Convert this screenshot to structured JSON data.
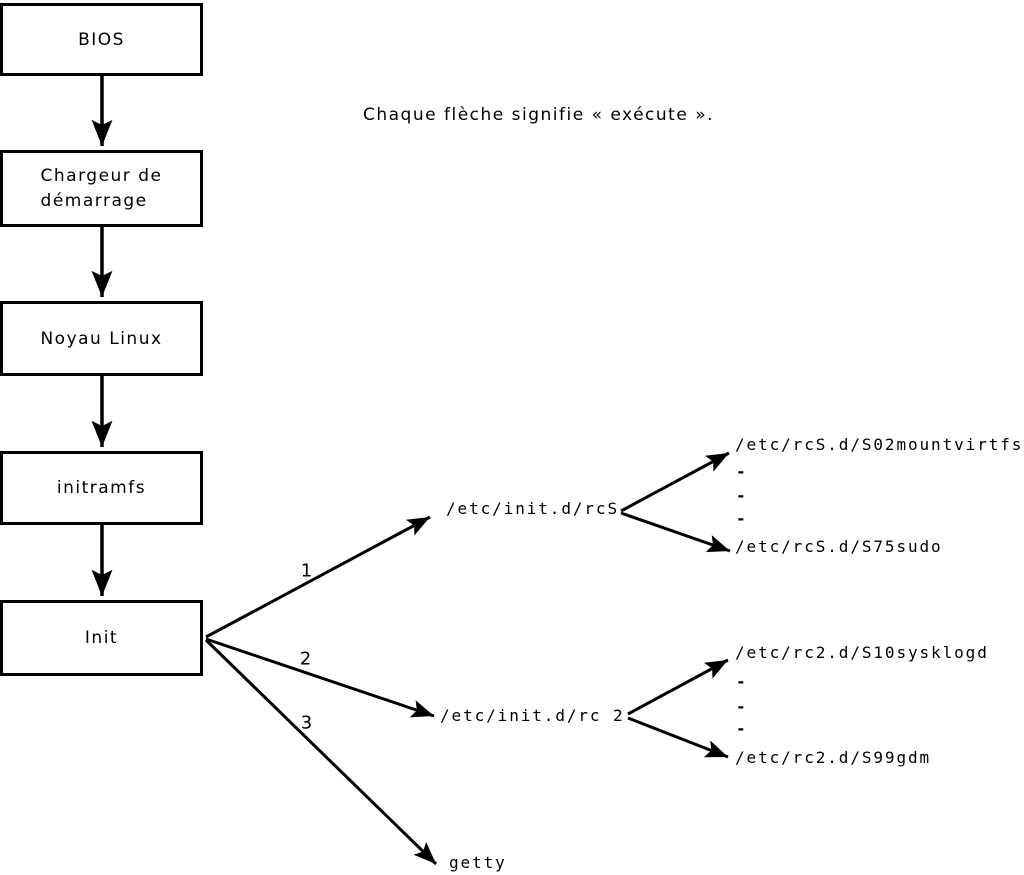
{
  "note": "Chaque flèche signifie « exécute ».",
  "colors": {
    "ink": "#000000",
    "background": "#ffffff"
  },
  "boot_chain": {
    "bios": "BIOS",
    "bootloader_line1": "Chargeur de",
    "bootloader_line2": "démarrage",
    "kernel": "Noyau Linux",
    "initramfs": "initramfs",
    "init": "Init"
  },
  "init_branches": {
    "labels": [
      "1",
      "2",
      "3"
    ],
    "targets": [
      "/etc/init.d/rcS",
      "/etc/init.d/rc 2",
      "getty"
    ]
  },
  "rcS_scripts": {
    "first": "/etc/rcS.d/S02mountvirtfs",
    "ellipsis": [
      "-",
      "-",
      "-"
    ],
    "last": "/etc/rcS.d/S75sudo"
  },
  "rc2_scripts": {
    "first": "/etc/rc2.d/S10sysklogd",
    "ellipsis": [
      "-",
      "-",
      "-"
    ],
    "last": "/etc/rc2.d/S99gdm"
  }
}
